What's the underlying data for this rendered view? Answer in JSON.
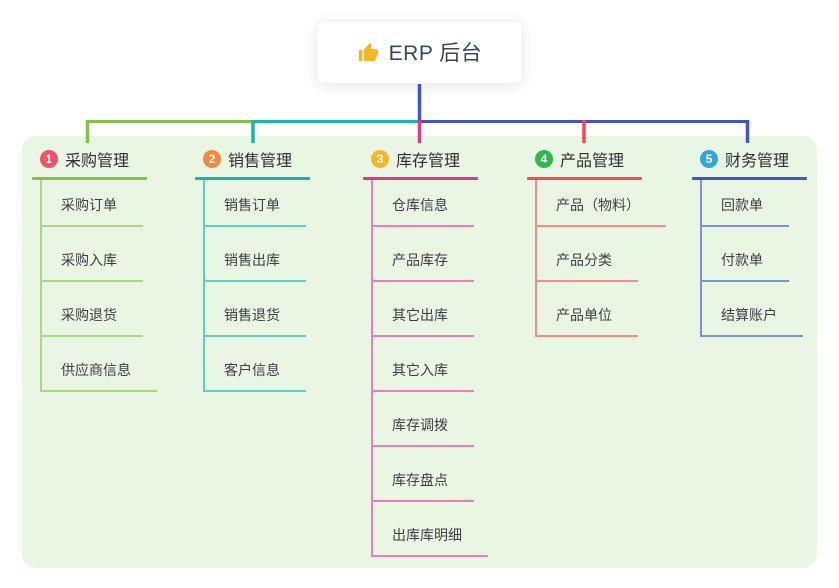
{
  "root": {
    "title": "ERP 后台",
    "icon": "thumbs-up-icon",
    "icon_color": "#f2b824",
    "line_color": "#4355c8"
  },
  "branches": [
    {
      "number": "1",
      "label": "采购管理",
      "badge_color": "#f25169",
      "line_color": "#84c244",
      "child_line_color": "#abd787",
      "children": [
        "采购订单",
        "采购入库",
        "采购退货",
        "供应商信息"
      ]
    },
    {
      "number": "2",
      "label": "销售管理",
      "badge_color": "#f6873f",
      "line_color": "#14b8a5",
      "child_line_color": "#5fcfc0",
      "children": [
        "销售订单",
        "销售出库",
        "销售退货",
        "客户信息"
      ]
    },
    {
      "number": "3",
      "label": "库存管理",
      "badge_color": "#f7b52c",
      "line_color": "#e2378f",
      "child_line_color": "#ee7cb6",
      "children": [
        "仓库信息",
        "产品库存",
        "其它出库",
        "其它入库",
        "库存调拨",
        "库存盘点",
        "出库库明细"
      ]
    },
    {
      "number": "4",
      "label": "产品管理",
      "badge_color": "#2eb84e",
      "line_color": "#f44a5c",
      "child_line_color": "#f8898e",
      "children": [
        "产品（物料）",
        "产品分类",
        "产品单位"
      ]
    },
    {
      "number": "5",
      "label": "财务管理",
      "badge_color": "#30a8dc",
      "line_color": "#4355c8",
      "child_line_color": "#7e92dc",
      "children": [
        "回款单",
        "付款单",
        "结算账户"
      ]
    }
  ],
  "panel_color": "#e9f6e4"
}
